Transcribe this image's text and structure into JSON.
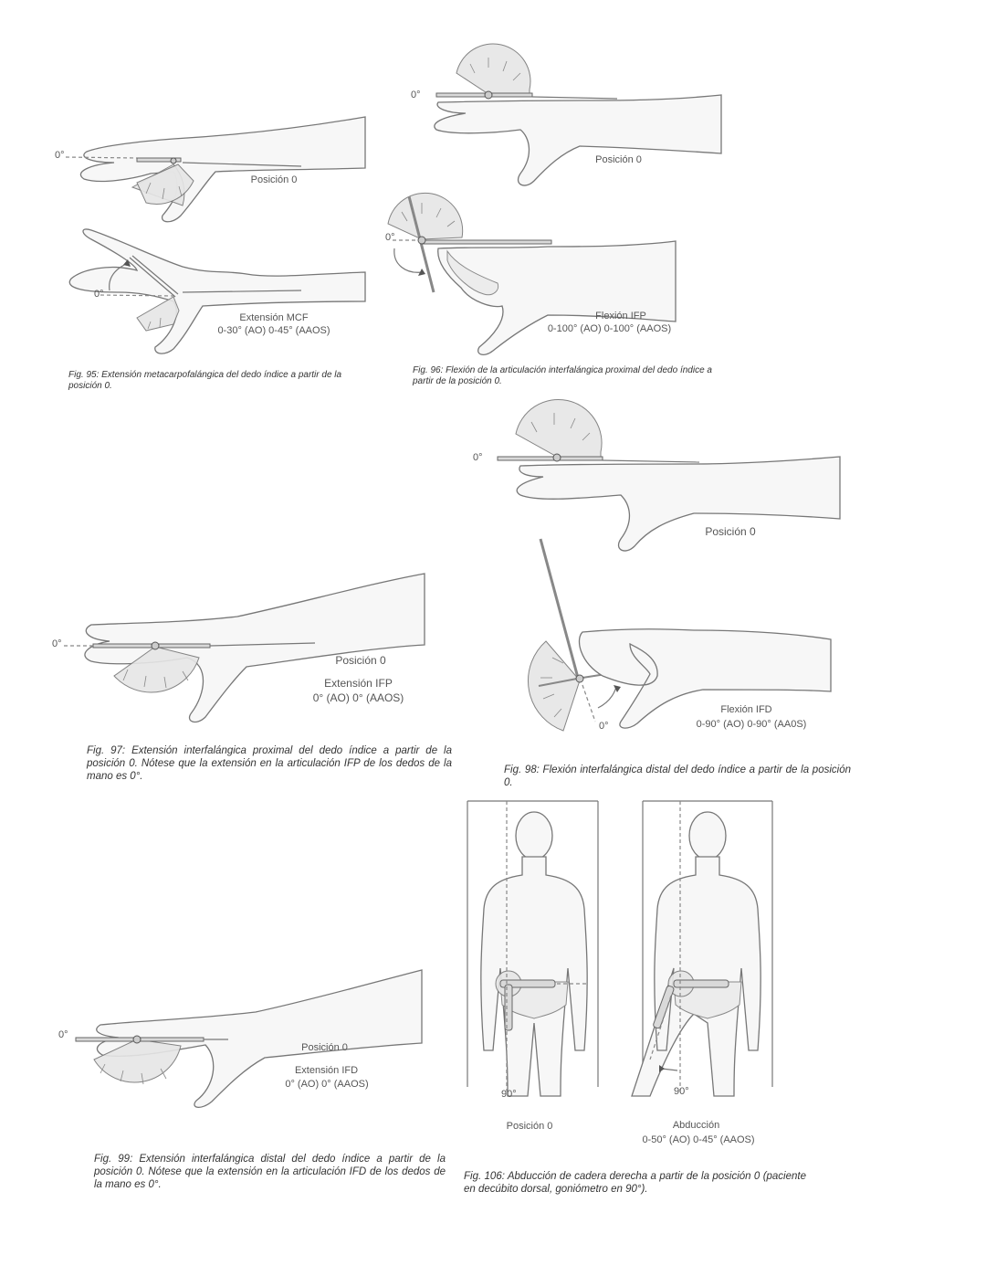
{
  "figures": {
    "fig95": {
      "zero_label_top": "0°",
      "zero_label_bottom": "0°",
      "position_label": "Posición 0",
      "measure_title": "Extensión MCF",
      "measure_range": "0-30° (AO)  0-45° (AAOS)",
      "caption": "Fig. 95: Extensión metacarpofalángica del dedo índice a partir de la posición 0."
    },
    "fig96": {
      "zero_label_top": "0°",
      "zero_label_bottom": "0°",
      "position_label": "Posición 0",
      "measure_title": "Flexión IFP",
      "measure_range": "0-100° (AO) 0-100° (AAOS)",
      "caption": "Fig. 96: Flexión de la articulación interfalángica proximal del dedo índice a partir de la posición 0."
    },
    "fig97": {
      "zero_label": "0°",
      "position_label": "Posición 0",
      "measure_title": "Extensión IFP",
      "measure_range": "0° (AO)  0° (AAOS)",
      "caption": "Fig. 97: Extensión interfalángica proximal del dedo índice a partir de la posición 0. Nótese que la extensión en la articulación IFP de los dedos de la mano es 0°."
    },
    "fig98": {
      "zero_label_top": "0°",
      "zero_label_bottom": "0°",
      "position_label": "Posición 0",
      "measure_title": "Flexión IFD",
      "measure_range": "0-90° (AO)  0-90° (AA0S)",
      "caption": "Fig. 98: Flexión interfalángica distal del dedo índice a partir de la posición 0."
    },
    "fig99": {
      "zero_label": "0°",
      "position_label": "Posición 0",
      "measure_title": "Extensión IFD",
      "measure_range": "0° (AO)  0° (AAOS)",
      "caption": "Fig. 99: Extensión interfalángica distal del dedo índice a partir de la posición 0. Nótese que la extensión en la articulación IFD de los dedos de la mano es 0°."
    },
    "fig106": {
      "left_angle": "90°",
      "right_angle": "90°",
      "left_label": "Posición 0",
      "measure_title": "Abducción",
      "measure_range": "0-50° (AO)  0-45° (AAOS)",
      "caption": "Fig. 106: Abducción de cadera derecha a partir de la posición 0 (paciente en decúbito dorsal, goniómetro en 90°)."
    }
  }
}
